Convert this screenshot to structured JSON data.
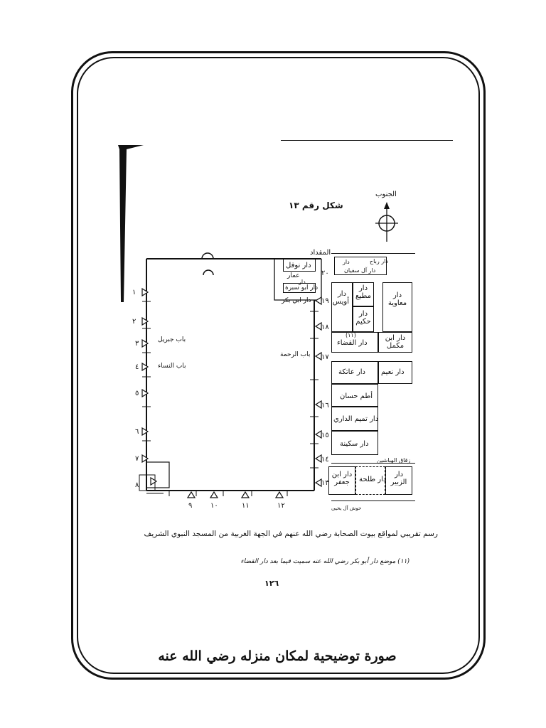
{
  "figure_label": "شكل رقم ١٣",
  "compass_label": "الجنوب",
  "caption": "رسم تقريبي لمواقع بيوت الصحابة رضي الله عنهم في الجهة الغربية من المسجد النبوي الشريف",
  "handwritten_note": "(١١) موضع دار أبو بكر رضي الله عنه سميت فيما بعد دار القضاء",
  "page_number": "١٢٦",
  "bottom_title": "صورة توضيحية لمكان منزله رضي الله عنه",
  "houses": {
    "miqdad": "المقداد",
    "rabah": "دار رباح",
    "dar_small": "دار",
    "aal_sufyan": "دار آل سفيان",
    "nawfal": "دار نوفل",
    "ammar": "عمار",
    "dar_small2": "دار",
    "abu_sabra": "دار ابو سبرة",
    "abu_bakr": "دار ابي بكر",
    "muti": "دار مطيع",
    "uways": "دار أويس",
    "hakim": "دار حكيم",
    "muawiya": "دار معاوية",
    "qada_num": "(١١)",
    "qada": "دار القضاء",
    "ibn_mukmil": "دار ابن مكمل",
    "atika": "دار عاتكة",
    "nuaym": "دار نعيم",
    "utum_hassan": "أطم حسان",
    "tamim": "دار تميم الداري",
    "sukayna": "دار سكينة",
    "zuqaq": "زقاق الهباشين",
    "ibn_jafar": "دار ابن جعفر",
    "talha": "دار طلحة",
    "zubayr": "دار الزبير",
    "hawsh": "حوش آل يحيى"
  },
  "gates": {
    "jibril": "باب جبريل",
    "nisa": "باب النساء",
    "rahma": "باب الرحمة"
  },
  "gate_numbers": {
    "g1": "١",
    "g2": "٢",
    "g3": "٣",
    "g4": "٤",
    "g5": "٥",
    "g6": "٦",
    "g7": "٧",
    "g8": "٨",
    "g9": "٩",
    "g10": "١٠",
    "g11": "١١",
    "g12": "١٢",
    "g13": "١٣",
    "g14": "١٤",
    "g15": "١٥",
    "g16": "١٦",
    "g17": "١٧",
    "g18": "١٨",
    "g19": "١٩",
    "g20": "٢٠"
  }
}
